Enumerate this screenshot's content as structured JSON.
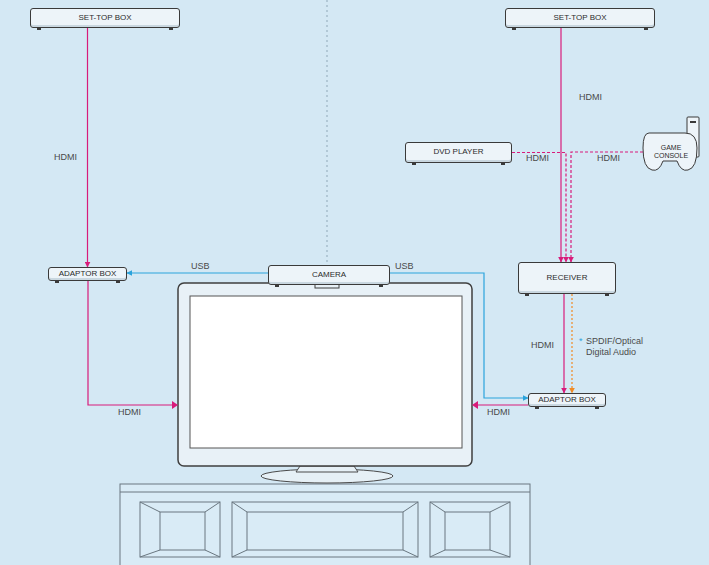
{
  "diagram": {
    "nodes": [
      {
        "text": [
          "SET-TOP BOX"
        ]
      },
      {
        "text": [
          "SET-TOP BOX"
        ]
      },
      {
        "text": [
          "DVD PLAYER"
        ]
      },
      {
        "text": [
          "GAME CONSOLE"
        ]
      },
      {
        "text": [
          "ADAPTOR BOX"
        ]
      },
      {
        "text": [
          "CAMERA"
        ]
      },
      {
        "text": [
          "RECEIVER"
        ]
      },
      {
        "text": [
          "ADAPTOR BOX"
        ]
      }
    ],
    "edges": [
      {
        "from": 0,
        "to": 4,
        "label": "HDMI",
        "arrow": "to"
      },
      {
        "from": 1,
        "to": 6,
        "label": "HDMI",
        "arrow": "to"
      },
      {
        "from": 2,
        "to": 6,
        "label": "HDMI",
        "arrow": "to"
      },
      {
        "from": 3,
        "to": 6,
        "label": "HDMI",
        "arrow": "to"
      },
      {
        "from": 5,
        "to": 4,
        "label": "USB",
        "arrow": "to"
      },
      {
        "from": 5,
        "to": 7,
        "label": "USB",
        "arrow": "to"
      },
      {
        "from": 6,
        "to": 7,
        "label": "HDMI",
        "arrow": "to"
      },
      {
        "from": 6,
        "to": 7,
        "label": "SPDIF/Optical Digital Audio",
        "arrow": "to"
      }
    ],
    "labels": [
      "HDMI",
      "HDMI",
      "*"
    ]
  }
}
